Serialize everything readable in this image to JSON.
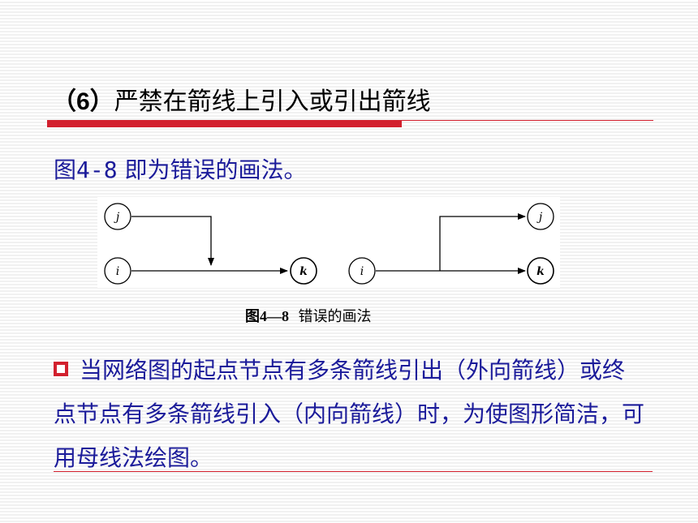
{
  "heading": {
    "number": "（6）",
    "text": "严禁在箭线上引入或引出箭线"
  },
  "subtitle": {
    "label": "图4-8",
    "text": " 即为错误的画法。"
  },
  "figure": {
    "left_diagram": {
      "node_top": "j",
      "node_bottom": "i",
      "node_right": "k"
    },
    "right_diagram": {
      "node_left": "i",
      "node_top": "j",
      "node_bottom": "k"
    }
  },
  "caption": {
    "label": "图4—8",
    "text": "错误的画法"
  },
  "paragraph": {
    "text": "当网络图的起点节点有多条箭线引出（外向箭线）或终点节点有多条箭线引入（内向箭线）时，为使图形简洁，可用母线法绘图。"
  },
  "colors": {
    "accent_red": "#d2202e",
    "text_blue": "#1b1b9a"
  },
  "icons": {
    "bullet": "hollow-square-bullet-icon"
  }
}
